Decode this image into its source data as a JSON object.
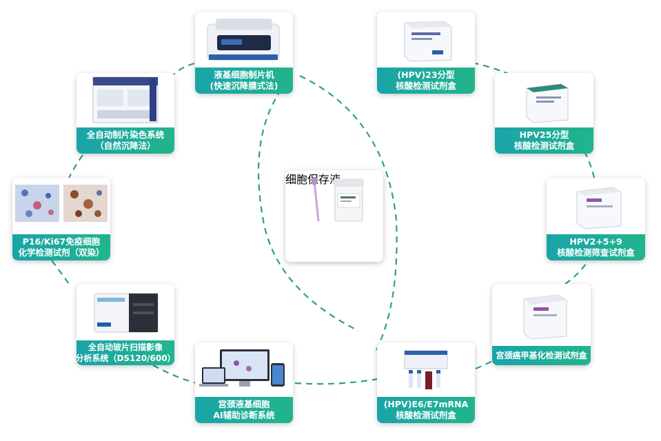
{
  "center": {
    "title": "细胞保存液"
  },
  "cards": {
    "preparer": {
      "line1": "液基细胞制片机",
      "line2": "(快速沉降膜式法)"
    },
    "stainer": {
      "line1": "全自动制片染色系统",
      "line2": "（自然沉降法）"
    },
    "p16": {
      "line1": "P16/Ki67免疫细胞",
      "line2": "化学检测试剂（双染）"
    },
    "scanner": {
      "line1": "全自动玻片扫描影像",
      "line2": "分析系统（DS120/600）"
    },
    "ai": {
      "line1": "宫颈液基细胞",
      "line2": "AI辅助诊断系统"
    },
    "hpv23": {
      "line1": "(HPV)23分型",
      "line2": "核酸检测试剂盒"
    },
    "hpv25": {
      "line1": "HPV25分型",
      "line2": "核酸检测试剂盒"
    },
    "hpv259": {
      "line1": "HPV2+5+9",
      "line2": "核酸检测筛查试剂盒"
    },
    "methyl": {
      "line1": "宫颈癌甲基化检测试剂盒"
    },
    "e6e7": {
      "line1": "(HPV)E6/E7mRNA",
      "line2": "核酸检测试剂盒"
    }
  },
  "colors": {
    "teal": "#1aa4a9",
    "green": "#22b48d",
    "dash": "#2a9d95"
  }
}
